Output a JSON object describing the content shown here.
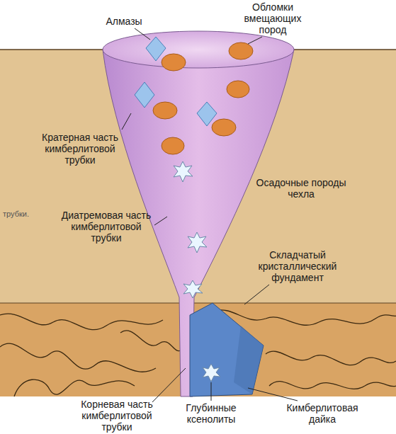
{
  "diagram": {
    "labels": [
      "Алмазы",
      "Обломки вмещающих пород",
      "Кратерная часть кимберлитовой трубки",
      "Осадочные породы чехла",
      "трубки.",
      "Диатремовая часть кимберлитовой трубки",
      "Складчатый кристаллический фундамент",
      "Корневая часть кимберлитовой трубки",
      "Глубинные ксенолиты",
      "Кимберлитовая дайка"
    ]
  }
}
